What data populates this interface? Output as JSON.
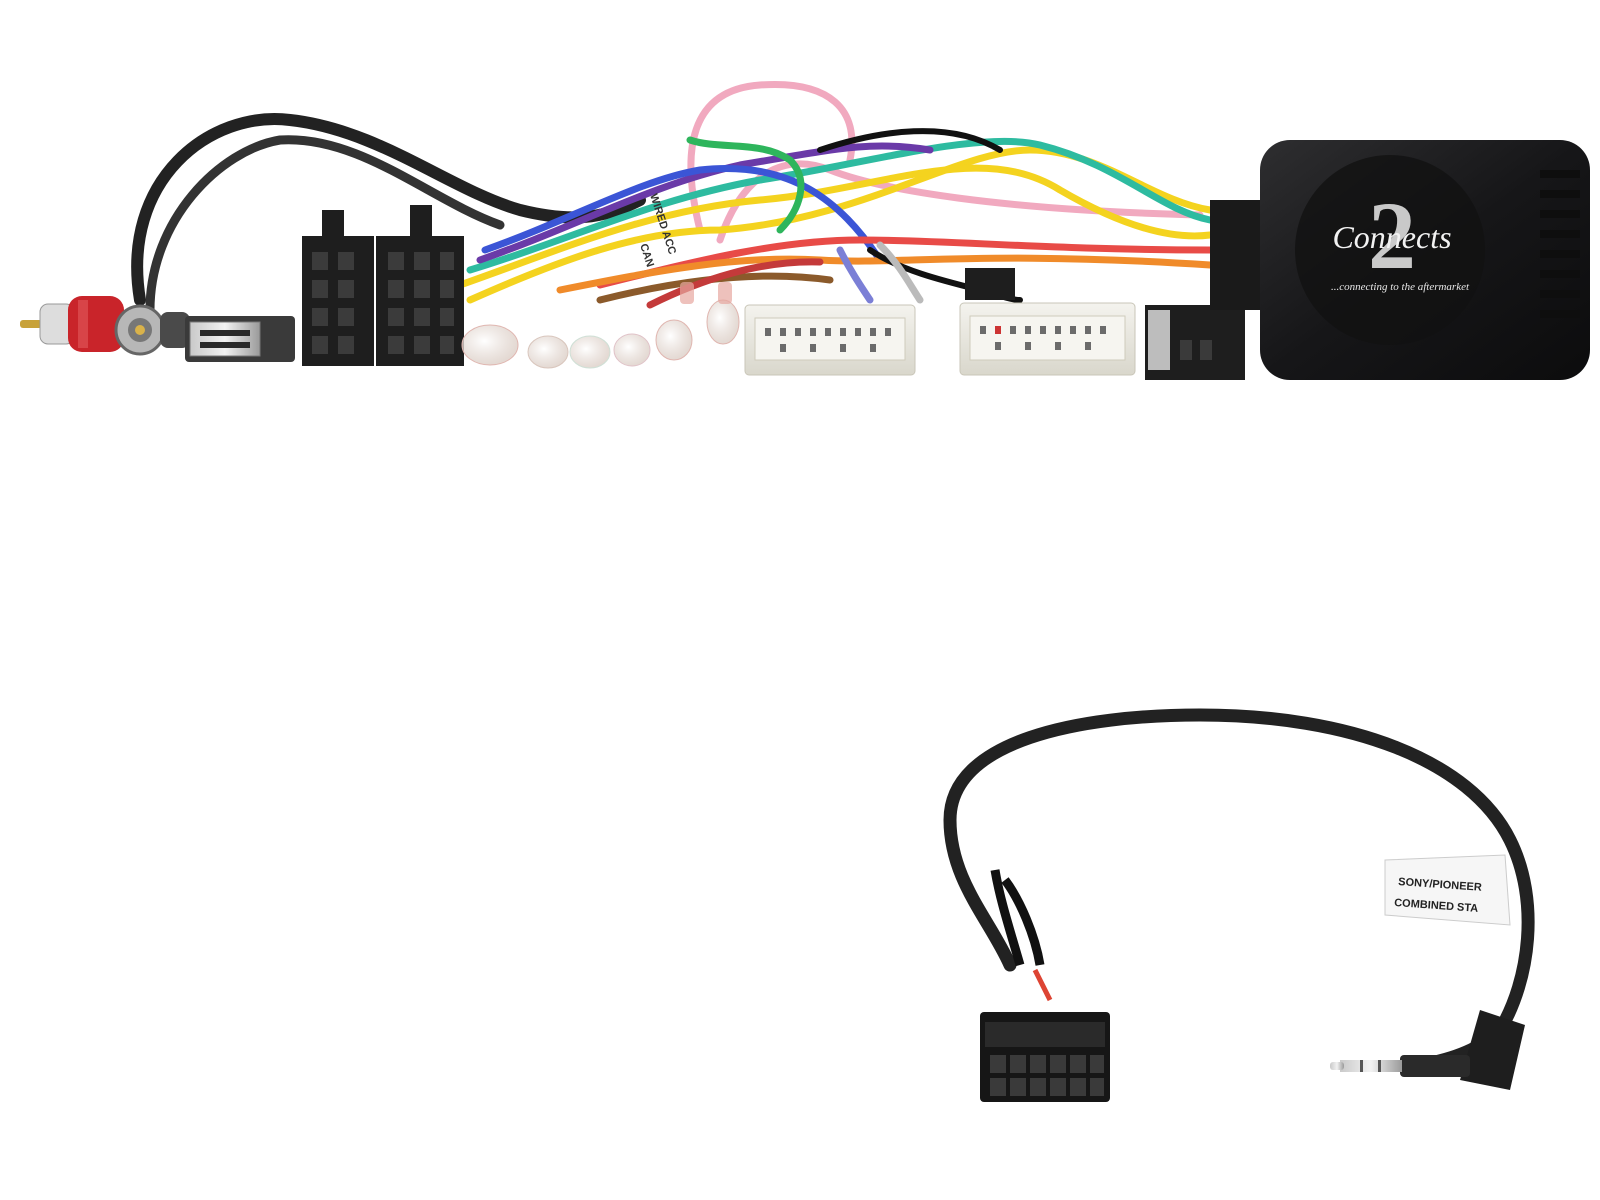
{
  "product": {
    "logo_text": "Connects",
    "logo_number": "2",
    "tagline": "...connecting to the aftermarket"
  },
  "harness_labels": {
    "wired_label": "WIRED ACC",
    "can_label": "CAN"
  },
  "lead_tag": {
    "line1": "SONY/PIONEER",
    "line2": "COMBINED STA"
  },
  "colors": {
    "background": "#ffffff",
    "module_body": "#1c1c1e",
    "connector_white": "#ecebe4",
    "connector_black": "#1e1e1e",
    "rca_red": "#c9242a",
    "cable_black": "#222222"
  },
  "icons": [
    "rca-plug-red-icon",
    "rca-plug-grey-icon",
    "usb-plug-icon",
    "iso-connector-icon",
    "jack-plug-icon",
    "molex-connector-icon"
  ]
}
